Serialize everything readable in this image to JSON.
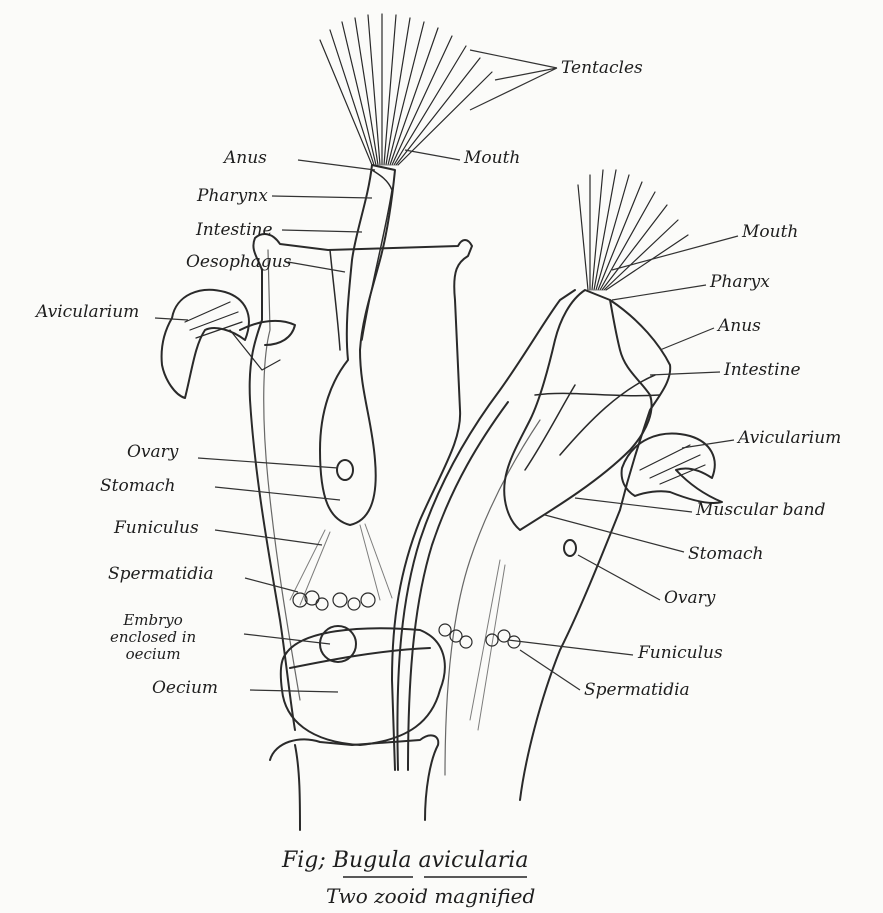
{
  "labels": {
    "tentacles": "Tentacles",
    "mouth_left": "Mouth",
    "anus_left": "Anus",
    "pharynx_left": "Pharynx",
    "intestine_left": "Intestine",
    "oesophagus": "Oesophagus",
    "avicularium_left": "Avicularium",
    "ovary_left": "Ovary",
    "stomach_left": "Stomach",
    "funiculus_left": "Funiculus",
    "spermatidia_left": "Spermatidia",
    "embryo": "Embryo\nenclosed in\noecium",
    "oecium": "Oecium",
    "mouth_right": "Mouth",
    "pharynx_right": "Pharyx",
    "anus_right": "Anus",
    "intestine_right": "Intestine",
    "avicularium_right": "Avicularium",
    "muscular_band": "Muscular band",
    "stomach_right": "Stomach",
    "ovary_right": "Ovary",
    "funiculus_right": "Funiculus",
    "spermatidia_right": "Spermatidia"
  },
  "caption": {
    "prefix": "Fig;",
    "genus": "Bugula",
    "species": "avicularia",
    "subtitle": "Two zooid magnified"
  }
}
